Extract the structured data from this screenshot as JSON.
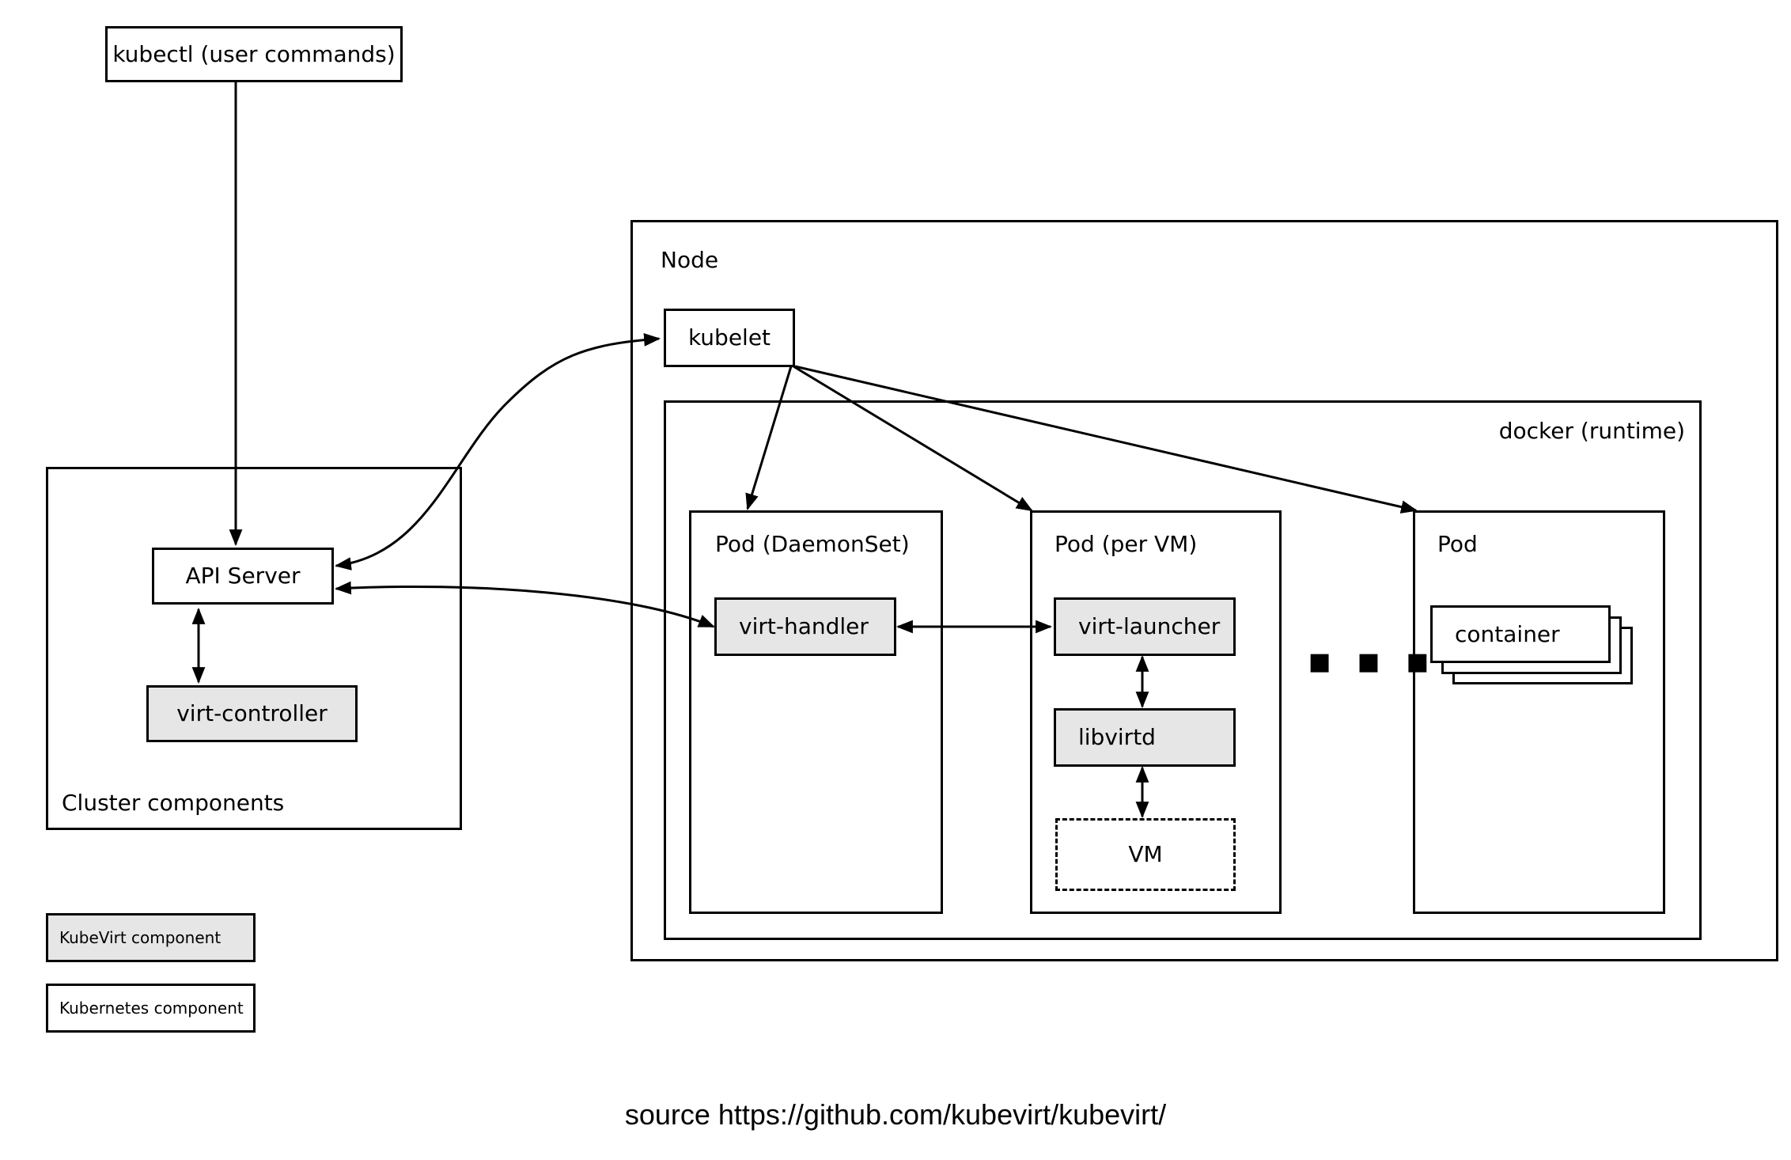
{
  "kubectl": {
    "label": "kubectl (user commands)"
  },
  "cluster": {
    "title": "Cluster components",
    "api_server": "API Server",
    "virt_controller": "virt-controller"
  },
  "node": {
    "title": "Node",
    "kubelet": "kubelet",
    "runtime": {
      "title": "docker (runtime)",
      "pods": [
        {
          "title": "Pod (DaemonSet)",
          "items": [
            "virt-handler"
          ]
        },
        {
          "title": "Pod (per VM)",
          "items": [
            "virt-launcher",
            "libvirtd",
            "VM"
          ]
        },
        {
          "title": "Pod",
          "items": [
            "container"
          ]
        }
      ],
      "ellipsis": "■ ■ ■"
    }
  },
  "legend": {
    "kubevirt": "KubeVirt component",
    "kubernetes": "Kubernetes component"
  },
  "source": "source https://github.com/kubevirt/kubevirt/",
  "colors": {
    "kubevirt_fill": "#e6e6e6",
    "kubernetes_fill": "#ffffff",
    "line": "#000000"
  }
}
